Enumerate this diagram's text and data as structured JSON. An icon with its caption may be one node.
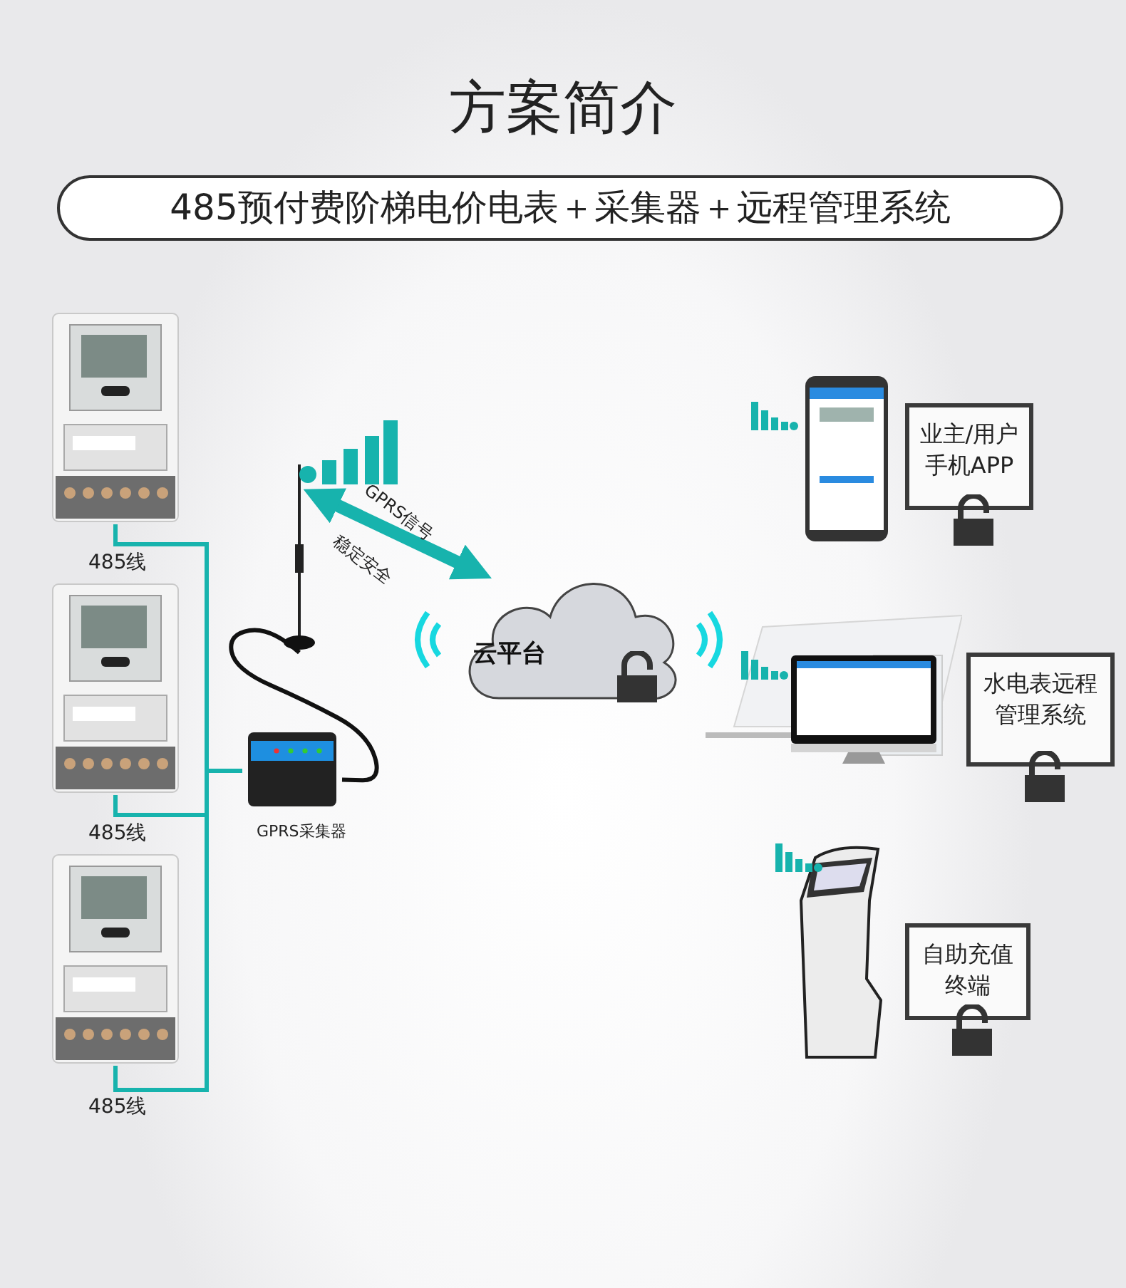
{
  "diagram": {
    "title": "方案简介",
    "nodes": [
      {
        "text": [],
        "shape": "picture"
      },
      {
        "text": [],
        "shape": "picture"
      },
      {
        "text": [],
        "shape": "picture"
      },
      {
        "text": [],
        "shape": "picture"
      },
      {
        "text": [],
        "shape": "picture",
        "beside": [
          "GPRS采集器"
        ]
      },
      {
        "text": [
          "云平台"
        ]
      },
      {
        "text": [],
        "shape": "picture"
      },
      {
        "text": [
          "业主/用户手机APP"
        ]
      },
      {
        "text": [],
        "shape": "picture"
      },
      {
        "text": [
          "水电表远程管理系统"
        ]
      },
      {
        "text": [],
        "shape": "picture"
      },
      {
        "text": [
          "自助充值终端"
        ]
      }
    ],
    "edges": [
      {
        "from": 0,
        "to": 4,
        "arrow": "none",
        "label": "485线"
      },
      {
        "from": 1,
        "to": 4,
        "arrow": "none",
        "label": "485线"
      },
      {
        "from": 2,
        "to": 4,
        "arrow": "none",
        "label": "485线"
      },
      {
        "from": 3,
        "to": 4,
        "arrow": "none",
        "color": "#111111"
      },
      {
        "from": 3,
        "to": 5,
        "arrow": "both",
        "label": "GPRS信号",
        "style": "thick"
      }
    ],
    "labels": [
      "485预付费阶梯电价电表＋采集器＋远程管理系统",
      "稳定安全"
    ]
  }
}
